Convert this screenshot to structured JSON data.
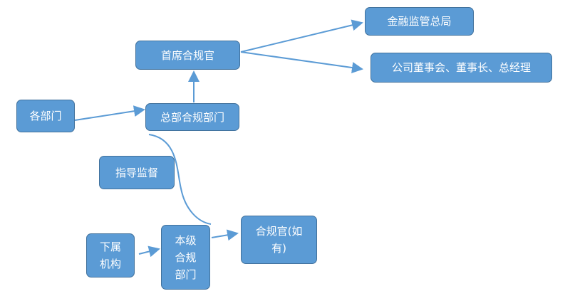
{
  "nodes": {
    "regulator": "金融监管总局",
    "cco": "首席合规官",
    "board": "公司董事会、董事长、总经理",
    "departments": "各部门",
    "hq_compliance": "总部合规部门",
    "guidance": "指导监督",
    "subsidiaries": "下属\n机构",
    "local_compliance": "本级\n合规\n部门",
    "local_officer": "合规官(如\n有)"
  },
  "colors": {
    "fill": "#5b9bd5",
    "border": "#41719c",
    "line": "#5b9bd5"
  }
}
